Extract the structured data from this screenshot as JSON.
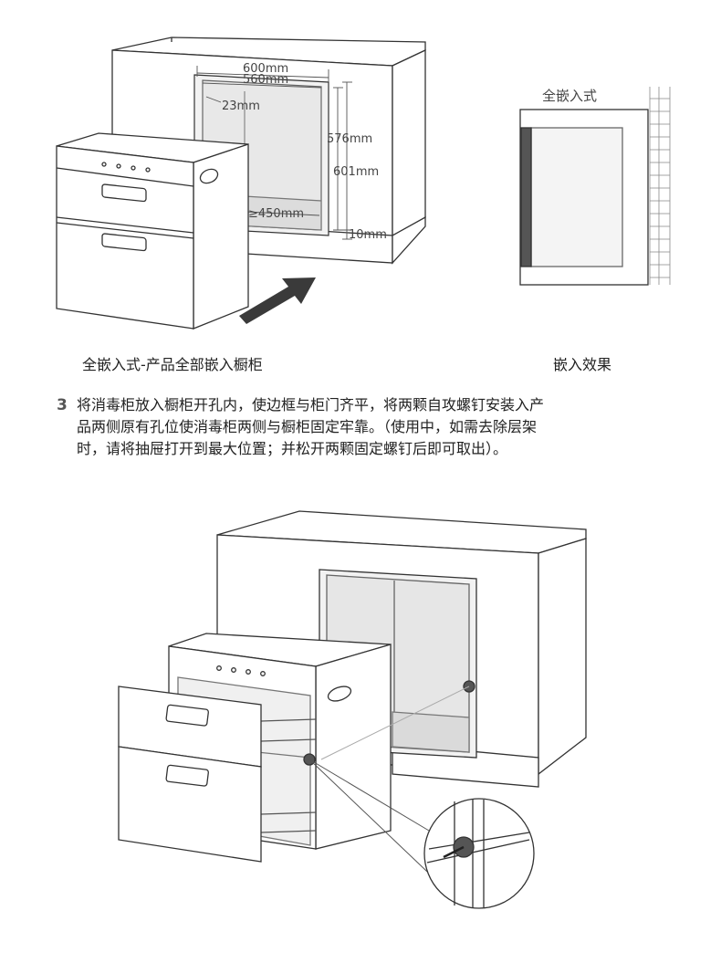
{
  "figure1": {
    "dim_width_outer": "600mm",
    "dim_width_inner": "560mm",
    "dim_side_gap": "23mm",
    "dim_height_inner": "576mm",
    "dim_height_outer": "601mm",
    "dim_depth": "≥450mm",
    "dim_bottom_gap": "10mm",
    "caption": "全嵌入式-产品全部嵌入橱柜"
  },
  "figure2": {
    "label": "全嵌入式",
    "caption": "嵌入效果"
  },
  "step3": {
    "number": "3",
    "lines": [
      "将消毒柜放入橱柜开孔内，使边框与柜门齐平，将两颗自攻螺钉安装入产",
      "品两侧原有孔位使消毒柜两侧与橱柜固定牢靠。（使用中，如需去除层架",
      "时，请将抽屉打开到最大位置；并松开两颗固定螺钉后即可取出）。"
    ]
  },
  "colors": {
    "line": "#333333",
    "glass": "#e6e6e6",
    "arrow": "#3a3a3a"
  }
}
